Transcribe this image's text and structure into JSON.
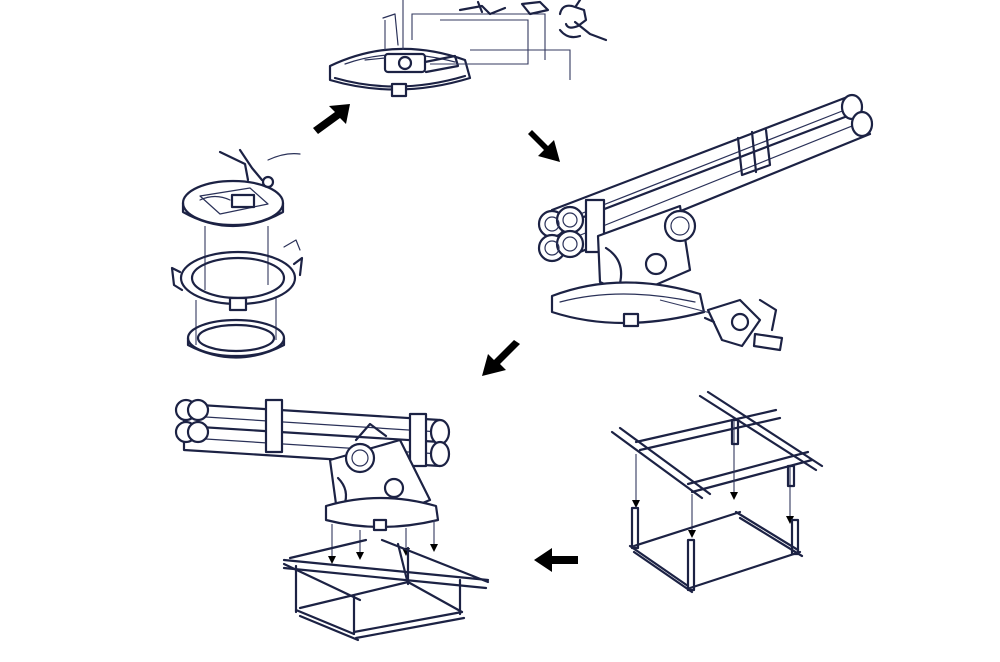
{
  "diagram": {
    "ink_color": "#1c2244",
    "arrow_color": "#000000",
    "background": "#ffffff",
    "steps": [
      {
        "name": "ring-mount-assembly"
      },
      {
        "name": "turret-base-assembly"
      },
      {
        "name": "launcher-tube-assembly"
      },
      {
        "name": "launcher-on-stand"
      },
      {
        "name": "cube-frame-assembly"
      }
    ],
    "arrows": [
      {
        "direction": "up-right"
      },
      {
        "direction": "down-right"
      },
      {
        "direction": "down-left"
      },
      {
        "direction": "left"
      }
    ]
  }
}
